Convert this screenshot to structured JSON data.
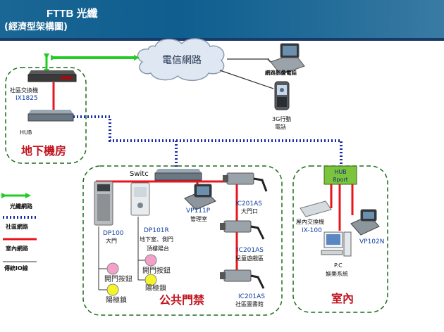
{
  "header": {
    "title": "FTTB 光纖",
    "subtitle": "(經濟型架構圖)"
  },
  "network": {
    "cloud_label": "電信網路",
    "video_phone_label": "網路影像電話",
    "mobile_label_1": "3G行動",
    "mobile_label_2": "電話"
  },
  "machine_room": {
    "title": "地下機房",
    "exchange_label_1": "社區交換機",
    "exchange_model": "IX1825",
    "hub_label": "HUB"
  },
  "public_area": {
    "title": "公共門禁",
    "switch_label": "Switc",
    "dp100_model": "DP100",
    "dp100_location": "大門",
    "dp101r_model": "DP101R",
    "dp101r_loc_1": "地下室、側門",
    "dp101r_loc_2": "頂樓陽台",
    "open_button_label": "開門按鈕",
    "magnet_lock_label": "陽極鎖",
    "vp111p_model": "VP111P",
    "vp111p_location": "管理室",
    "cam1_model": "IC201AS",
    "cam1_location": "大門口",
    "cam2_model": "IC201AS",
    "cam2_location": "兒童遊戲區",
    "cam3_model": "IC201AS",
    "cam3_location": "社區圖書館"
  },
  "indoor": {
    "title": "室內",
    "hub_label_1": "HUB",
    "hub_label_2": "8port",
    "ix100_label": "屋內交換機",
    "ix100_model": "IX-100",
    "vp102n_model": "VP102N",
    "pc_label_1": "P.C",
    "pc_label_2": "娛樂系統"
  },
  "legend": {
    "fiber_label": "光纖網路",
    "community_label": "社區網路",
    "indoor_label": "室內網路",
    "io_label": "傳統IO線"
  },
  "colors": {
    "header_bg": "#0e5e8f",
    "fiber": "#22cc22",
    "community": "#1a2aa8",
    "indoor": "#e8141e",
    "dashed_border": "#1e6b1e",
    "title_red": "#c0141e",
    "model_blue": "#1040a0",
    "open_button": "#f5a0c8",
    "magnet_lock": "#f4f42a",
    "indoor_hub": "#7cc43c"
  }
}
